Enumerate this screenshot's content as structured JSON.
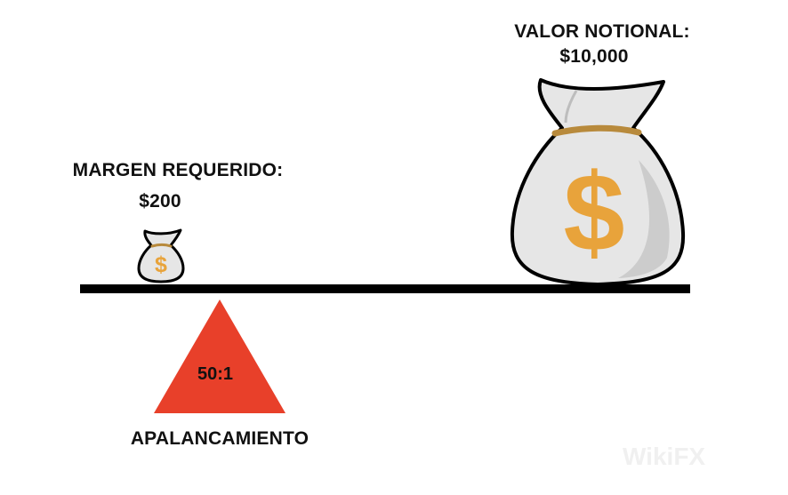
{
  "notional": {
    "title": "VALOR NOTIONAL:",
    "amount": "$10,000"
  },
  "margin": {
    "title": "MARGEN REQUERIDO:",
    "amount": "$200"
  },
  "leverage": {
    "ratio": "50:1",
    "label": "APALANCAMIENTO"
  },
  "watermark": "WikiFX",
  "icons": {
    "small_bag": "money-bag-icon",
    "large_bag": "money-bag-icon",
    "fulcrum": "triangle-fulcrum",
    "dollar": "dollar-sign"
  },
  "colors": {
    "fulcrum": "#e8402a",
    "dollar": "#e8a33b",
    "bag_fill": "#e6e6e6",
    "bag_shade": "#cccccc",
    "tie": "#b88a3c",
    "beam": "#000000"
  }
}
